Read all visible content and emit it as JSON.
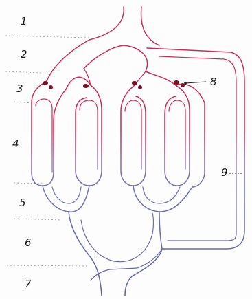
{
  "figure": {
    "zone_labels": [
      "1",
      "2",
      "3",
      "4",
      "5",
      "6",
      "7"
    ],
    "callouts": {
      "sphincter": "8",
      "shunt": "9"
    },
    "colors": {
      "arterial": "#cc2a56",
      "venous": "#6e72b6",
      "sphincter_fill": "#7a1020",
      "label": "#1a1a1a",
      "divider": "#9a9a9a"
    }
  }
}
